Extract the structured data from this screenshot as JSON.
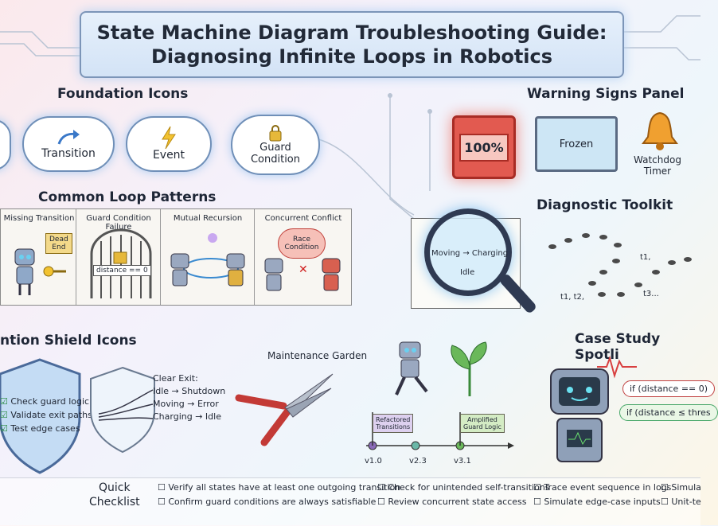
{
  "title": {
    "line1": "State Machine Diagram Troubleshooting Guide:",
    "line2": "Diagnosing Infinite Loops in Robotics"
  },
  "foundation": {
    "heading": "Foundation Icons",
    "items": [
      {
        "label": "Transition"
      },
      {
        "label": "Event"
      },
      {
        "label": "Guard\nCondition"
      }
    ]
  },
  "warning": {
    "heading": "Warning Signs Panel",
    "cpu": "100%",
    "frozen": "Frozen",
    "watchdog": "Watchdog\nTimer"
  },
  "patterns": {
    "heading": "Common Loop Patterns",
    "items": [
      {
        "label": "Missing Transition",
        "sign": "Dead\nEnd"
      },
      {
        "label": "Guard Condition Failure",
        "gate_text": "distance == 0"
      },
      {
        "label": "Mutual Recursion"
      },
      {
        "label": "Concurrent Conflict",
        "bubble": "Race\nCondition"
      }
    ]
  },
  "diagnostic": {
    "heading": "Diagnostic Toolkit",
    "lens": {
      "from": "Moving",
      "to": "Charging",
      "bottom": "Idle"
    },
    "trace": [
      "t1,",
      "t1, t2,",
      "t3..."
    ]
  },
  "shield": {
    "heading": "ntion Shield Icons",
    "items": [
      "Check guard logic",
      "Validate exit paths",
      "Test edge cases"
    ],
    "exit_title": "Clear Exit:",
    "exits": [
      "Idle → Shutdown",
      "Moving → Error",
      "Charging → Idle"
    ]
  },
  "maintenance": {
    "heading": "Maintenance Garden",
    "flags": [
      "Refactored\nTransitions",
      "Amplified\nGuard Logic"
    ],
    "versions": [
      "v1.0",
      "v2.3",
      "v3.1"
    ]
  },
  "case": {
    "heading": "Case Study Spotli",
    "code1": "if (distance == 0)",
    "code2": "if (distance ≤ thres"
  },
  "checklist": {
    "heading": "Quick\nChecklist",
    "items": [
      "Verify all states have at least one outgoing transition",
      "Check for unintended self-transitions",
      "Trace event sequence in logs",
      "Simula",
      "Confirm guard conditions are always satisfiable",
      "Review concurrent state access",
      "Simulate edge-case inputs",
      "Unit-te"
    ]
  },
  "colors": {
    "accent": "#6f8fb8",
    "warning": "#e2473f",
    "green": "#4aa86a"
  }
}
